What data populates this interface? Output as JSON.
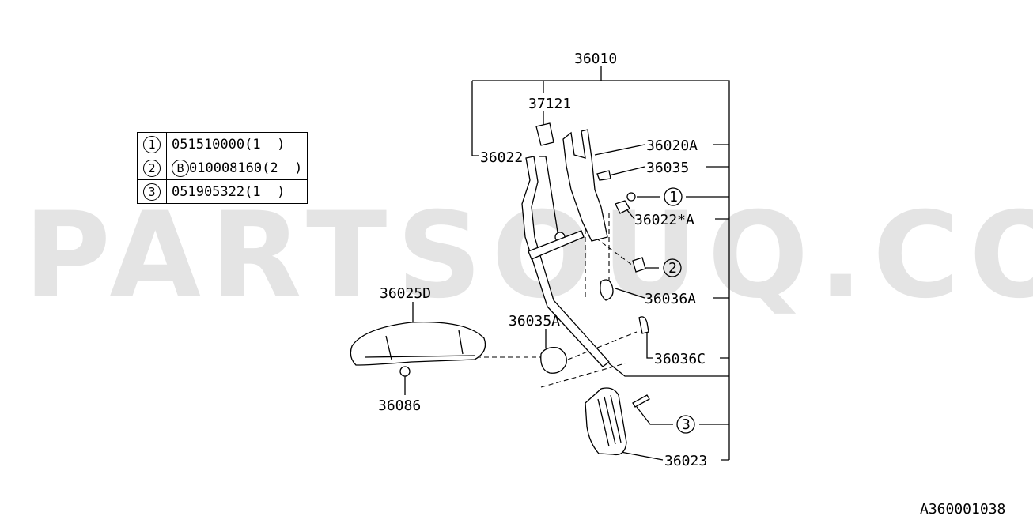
{
  "watermark": "PARTSOUQ.COM",
  "diagram_code": "A360001038",
  "table": [
    {
      "ref": "1",
      "prefix": "",
      "part": "051510000",
      "qty": "(1  )"
    },
    {
      "ref": "2",
      "prefix": "B",
      "part": "010008160",
      "qty": "(2  )"
    },
    {
      "ref": "3",
      "prefix": "",
      "part": "051905322",
      "qty": "(1  )"
    }
  ],
  "labels": {
    "assembly": "36010",
    "clip": "37121",
    "lever_left": "36022",
    "bracket": "36020A",
    "stopper": "36035",
    "ref1": "1",
    "bushing": "36022*A",
    "ref2": "2",
    "spring_a": "36036A",
    "spring_c": "36036C",
    "ref3": "3",
    "pad": "36023",
    "cover": "36025D",
    "stopper_a": "36035A",
    "screw": "36086"
  }
}
